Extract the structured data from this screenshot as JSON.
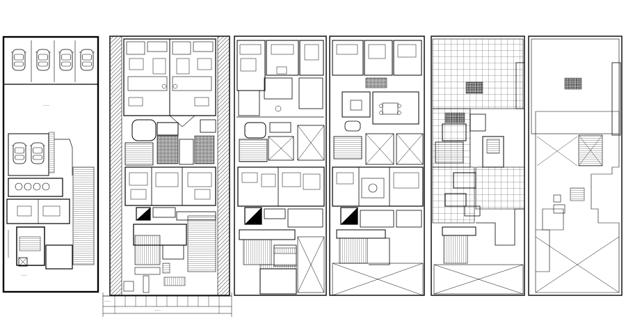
{
  "drawing": {
    "sheets": [
      {
        "id": "basement-parking"
      },
      {
        "id": "ground-floor"
      },
      {
        "id": "first-floor"
      },
      {
        "id": "second-floor"
      },
      {
        "id": "terrace-floor"
      },
      {
        "id": "roof-plan"
      }
    ],
    "colors": {
      "line": "#000000",
      "paper": "#ffffff",
      "tile": "#444444"
    }
  }
}
